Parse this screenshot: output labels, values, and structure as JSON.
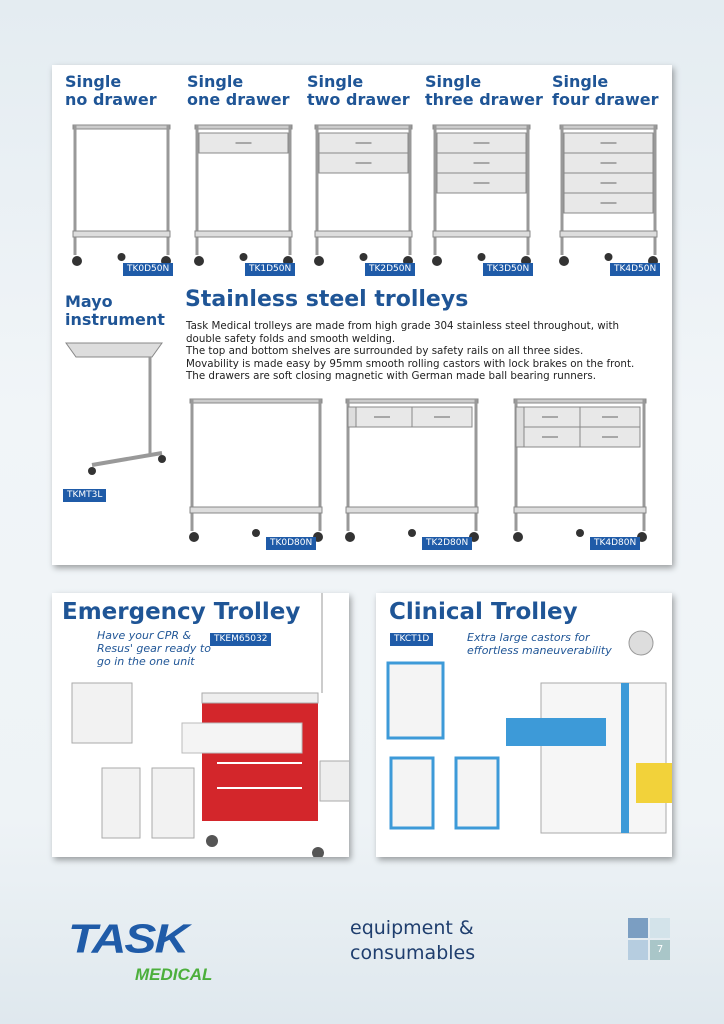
{
  "top_trolleys": [
    {
      "title": [
        "Single",
        "no drawer"
      ],
      "code": "TK0D50N",
      "drawers": 0
    },
    {
      "title": [
        "Single",
        "one drawer"
      ],
      "code": "TK1D50N",
      "drawers": 1
    },
    {
      "title": [
        "Single",
        "two drawer"
      ],
      "code": "TK2D50N",
      "drawers": 2
    },
    {
      "title": [
        "Single",
        "three drawer"
      ],
      "code": "TK3D50N",
      "drawers": 3
    },
    {
      "title": [
        "Single",
        "four drawer"
      ],
      "code": "TK4D50N",
      "drawers": 4
    }
  ],
  "mayo": {
    "title": [
      "Mayo",
      "instrument"
    ],
    "code": "TKMT3L"
  },
  "stainless": {
    "heading": "Stainless steel trolleys",
    "lines": [
      "Task Medical trolleys are made from high grade 304 stainless steel throughout, with",
      "double safety folds and smooth welding.",
      "The top and bottom shelves are surrounded by safety rails on all three sides.",
      "Movability is made easy by 95mm smooth rolling castors with lock brakes on the front.",
      "The drawers are soft closing magnetic with German made ball bearing runners."
    ],
    "doubles": [
      {
        "code": "TK0D80N",
        "drawers": 0
      },
      {
        "code": "TK2D80N",
        "drawers": 2
      },
      {
        "code": "TK4D80N",
        "drawers": 4
      }
    ]
  },
  "emergency": {
    "heading": "Emergency Trolley",
    "text": [
      "Have your CPR &",
      "Resus' gear ready to",
      "go in the one unit"
    ],
    "code": "TKEM65032"
  },
  "clinical": {
    "heading": "Clinical Trolley",
    "code": "TKCT1D",
    "text": [
      "Extra large castors for",
      "effortless maneuverability"
    ]
  },
  "footer": {
    "logo_main": "TASK",
    "logo_sub": "MEDICAL",
    "tagline": [
      "equipment &",
      "consumables"
    ],
    "page_number": "7"
  },
  "colors": {
    "brand_blue": "#1f5596",
    "brand_green": "#4caf3c",
    "emergency_red": "#d3262b",
    "clinical_blue": "#3d9ad8"
  }
}
